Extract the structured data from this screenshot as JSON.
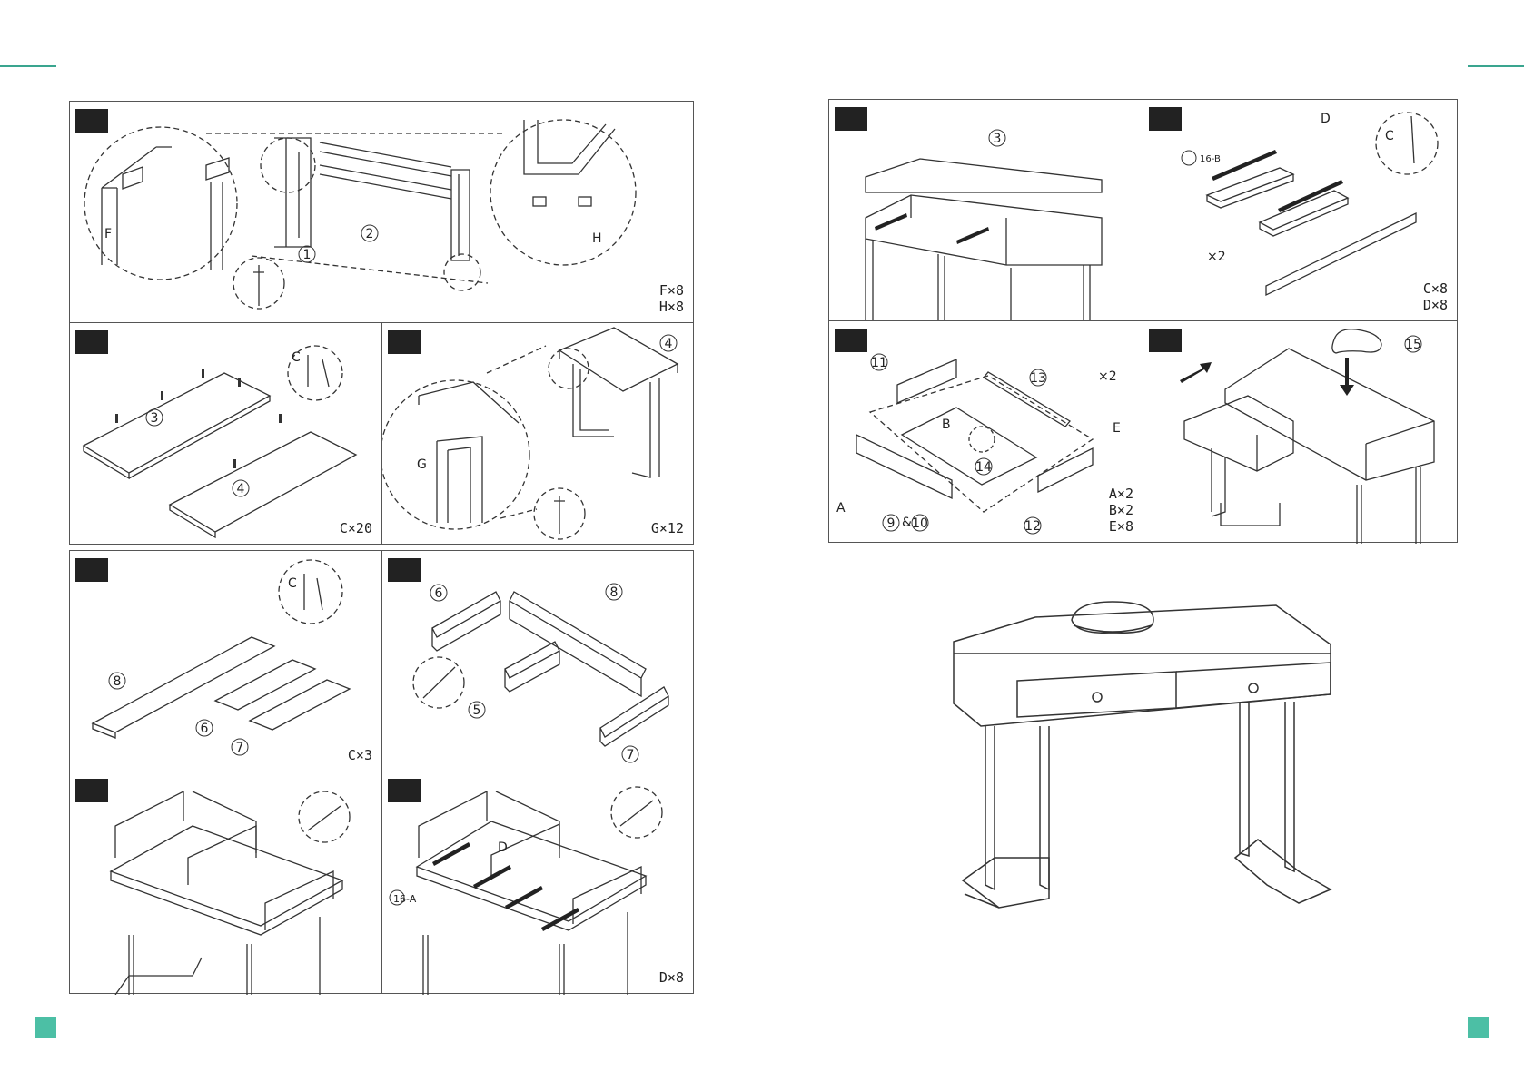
{
  "accent_color": "#4cbfa5",
  "left_page": {
    "steps": [
      {
        "id": "step-1",
        "parts": [
          "1",
          "2"
        ],
        "letters": [
          "F",
          "H"
        ],
        "quantity": "F×8\nH×8"
      },
      {
        "id": "step-2",
        "parts": [
          "3",
          "4"
        ],
        "letters": [
          "C"
        ],
        "quantity": "C×20"
      },
      {
        "id": "step-3",
        "parts": [
          "4"
        ],
        "letters": [
          "G"
        ],
        "quantity": "G×12"
      },
      {
        "id": "step-4",
        "parts": [
          "8",
          "6",
          "7"
        ],
        "letters": [
          "C"
        ],
        "quantity": "C×3"
      },
      {
        "id": "step-5",
        "parts": [
          "6",
          "8",
          "5",
          "7"
        ],
        "letters": [],
        "quantity": ""
      },
      {
        "id": "step-6",
        "parts": [],
        "letters": [],
        "quantity": ""
      },
      {
        "id": "step-7",
        "parts": [],
        "letters": [
          "D",
          "16-A"
        ],
        "quantity": "D×8"
      }
    ]
  },
  "right_page": {
    "steps": [
      {
        "id": "step-8",
        "parts": [
          "3"
        ],
        "letters": [],
        "quantity": ""
      },
      {
        "id": "step-9",
        "parts": [],
        "letters": [
          "D",
          "C",
          "16-B",
          "×2"
        ],
        "quantity": "C×8\nD×8"
      },
      {
        "id": "step-10",
        "parts": [
          "11",
          "13",
          "9",
          "10",
          "12",
          "14"
        ],
        "letters": [
          "B",
          "A",
          "E",
          "×2"
        ],
        "quantity": "A×2\nB×2\nE×8"
      },
      {
        "id": "step-11",
        "parts": [
          "15"
        ],
        "letters": [],
        "quantity": ""
      }
    ]
  },
  "labels": {
    "amp": "&"
  }
}
